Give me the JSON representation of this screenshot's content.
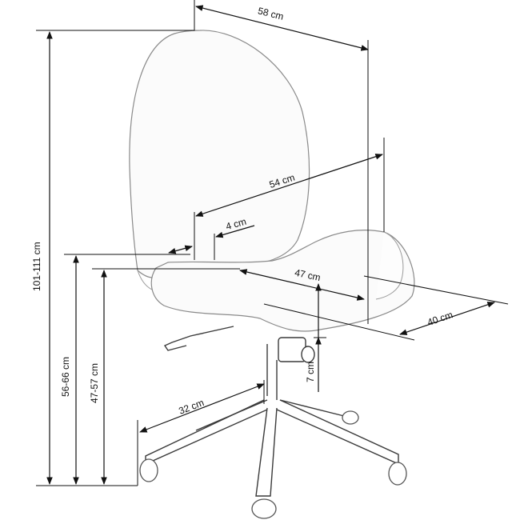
{
  "dimensions": {
    "back_width": "58 cm",
    "seat_width": "54 cm",
    "seat_thickness": "4 cm",
    "seat_depth": "47 cm",
    "seat_front_depth": "40 cm",
    "gap_height": "7 cm",
    "base_radius": "32 cm",
    "total_height": "101-111 cm",
    "armrest_height": "56-66 cm",
    "seat_height": "47-57 cm"
  },
  "colors": {
    "line": "#111111",
    "chair_outline": "#8a8a8a",
    "metal": "#3a3a3a"
  }
}
